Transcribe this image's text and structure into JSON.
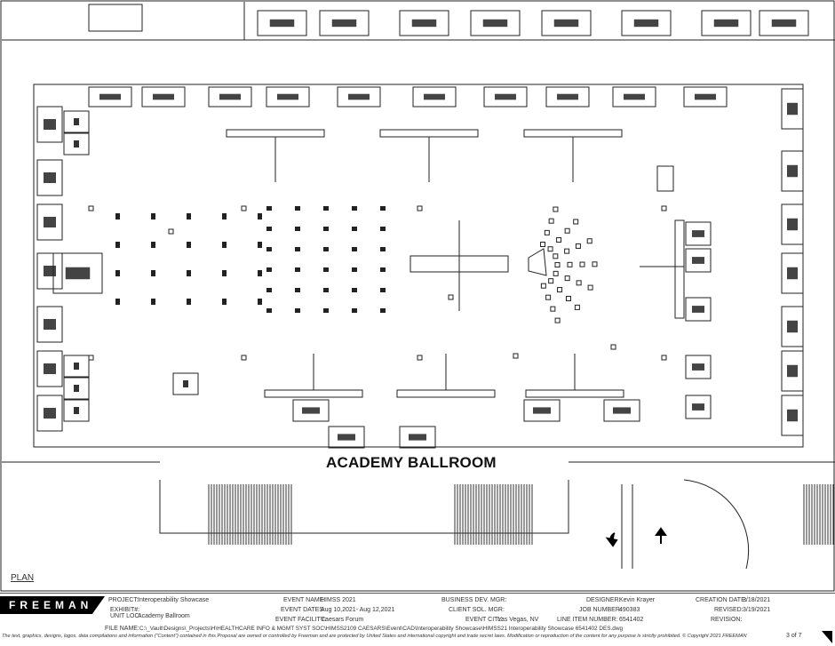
{
  "drawing": {
    "room_name": "ACADEMY BALLROOM",
    "view_label": "PLAN"
  },
  "title_block": {
    "logo": "FREEMAN",
    "project_label": "PROJECT:",
    "project": "Interoperability Showcase",
    "exhibit_label": "EXHIBIT#:",
    "unit_loc_label": "UNIT LOC:",
    "unit_loc": "Academy Ballroom",
    "event_name_label": "EVENT NAME:",
    "event_name": "HIMSS 2021",
    "event_dates_label": "EVENT DATES:",
    "event_dates": "Aug 10,2021- Aug 12,2021",
    "event_facility_label": "EVENT FACILITY:",
    "event_facility": "Caesars Forum",
    "business_dev_label": "BUSINESS DEV. MGR:",
    "client_sol_label": "CLIENT SOL. MGR:",
    "event_city_label": "EVENT CITY:",
    "event_city": "Las Vegas, NV",
    "designer_label": "DESIGNER:",
    "designer": "Kevin Krayer",
    "job_number_label": "JOB NUMBER:",
    "job_number": "490383",
    "line_item_label": "LINE ITEM NUMBER:",
    "line_item": "6541402",
    "creation_date_label": "CREATION DATE:",
    "creation_date": "3/18/2021",
    "revised_label": "REVISED:",
    "revised": "3/19/2021",
    "revision_label": "REVISION:",
    "file_name_label": "FILE NAME:",
    "file_name": "C:\\_Vault\\Designs\\_Projects\\H\\HEALTHCARE INFO & MGMT SYST SOC\\HIMSS2109 CAESARS\\Event\\CAD\\Interoperability Showcase\\HIMSS21 Interoperability Showcase 6541402 DES.dwg"
  },
  "disclaimer": "The text, graphics, designs, logos, data compilations and information (\"Content\") contained in this Proposal are owned or controlled by Freeman and are protected by United States and international copyright and trade secret laws. Modification or reproduction of the content for any purpose is strictly prohibited. © Copyright 2021 FREEMAN",
  "page": "3 of 7"
}
